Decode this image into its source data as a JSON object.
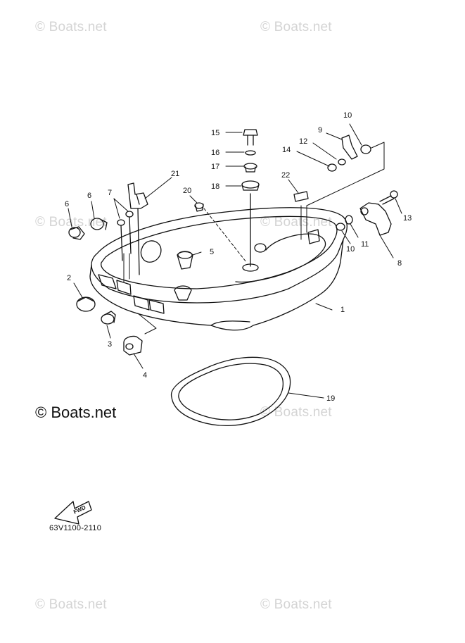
{
  "watermarks": [
    "© Boats.net",
    "© Boats.net",
    "© Boats.net",
    "© Boats.net",
    "© Boats.net",
    "© Boats.net",
    "© Boats.net"
  ],
  "copyright": "© Boats.net",
  "part_code": "63V1100-2110",
  "fwd_label": "FWD",
  "callouts": {
    "c1": "1",
    "c2": "2",
    "c3": "3",
    "c4": "4",
    "c5": "5",
    "c6": "6",
    "c7": "7",
    "c8": "8",
    "c9": "9",
    "c10a": "10",
    "c10b": "10",
    "c11": "11",
    "c12": "12",
    "c13": "13",
    "c14": "14",
    "c15": "15",
    "c16": "16",
    "c17": "17",
    "c18": "18",
    "c19": "19",
    "c20": "20",
    "c21": "21",
    "c22": "22"
  },
  "colors": {
    "line": "#111111",
    "watermark": "#d4d4d4",
    "background": "#ffffff"
  }
}
